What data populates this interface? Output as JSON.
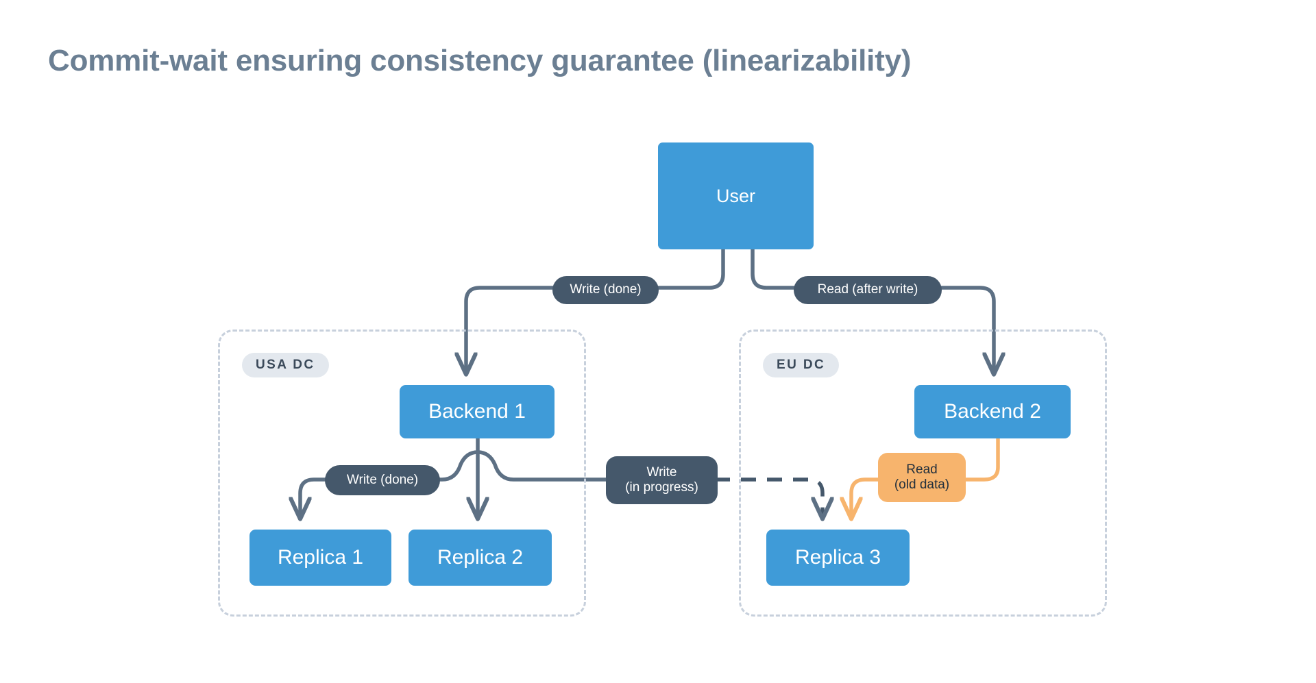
{
  "page": {
    "title": "Commit-wait ensuring consistency guarantee (linearizability)",
    "background": "#ffffff"
  },
  "colors": {
    "title_text": "#6b7f93",
    "node_blue": "#3f9bd8",
    "node_text": "#ffffff",
    "pill_dark": "#45586b",
    "pill_dark_text": "#ffffff",
    "pill_orange": "#f7b46d",
    "pill_orange_text": "#23303c",
    "connector_gray": "#5d7084",
    "connector_orange": "#f7b46d",
    "container_border": "#c7d0dc",
    "container_label_bg": "#e3e8ee",
    "container_label_text": "#3b4a5a"
  },
  "containers": [
    {
      "id": "usa",
      "label": "USA DC"
    },
    {
      "id": "eu",
      "label": "EU DC"
    }
  ],
  "nodes": [
    {
      "id": "user",
      "label": "User"
    },
    {
      "id": "backend1",
      "label": "Backend 1"
    },
    {
      "id": "backend2",
      "label": "Backend 2"
    },
    {
      "id": "replica1",
      "label": "Replica 1"
    },
    {
      "id": "replica2",
      "label": "Replica 2"
    },
    {
      "id": "replica3",
      "label": "Replica 3"
    }
  ],
  "edge_labels": {
    "write_done_top": "Write (done)",
    "read_after_write": "Read (after write)",
    "write_done_mid": "Write (done)",
    "write_in_progress_l1": "Write",
    "write_in_progress_l2": "(in progress)",
    "read_old_l1": "Read",
    "read_old_l2": "(old data)"
  },
  "edges": [
    {
      "from": "user",
      "to": "backend1",
      "label": "Write (done)",
      "style": "solid",
      "color": "gray"
    },
    {
      "from": "user",
      "to": "backend2",
      "label": "Read (after write)",
      "style": "solid",
      "color": "gray"
    },
    {
      "from": "backend1",
      "to": "replica1",
      "label": "Write (done)",
      "style": "solid",
      "color": "gray"
    },
    {
      "from": "backend1",
      "to": "replica2",
      "label": "",
      "style": "solid",
      "color": "gray"
    },
    {
      "from": "backend1",
      "to": "replica3",
      "label": "Write (in progress)",
      "style": "dashed",
      "color": "gray"
    },
    {
      "from": "backend2",
      "to": "replica3",
      "label": "Read (old data)",
      "style": "solid",
      "color": "orange"
    }
  ]
}
